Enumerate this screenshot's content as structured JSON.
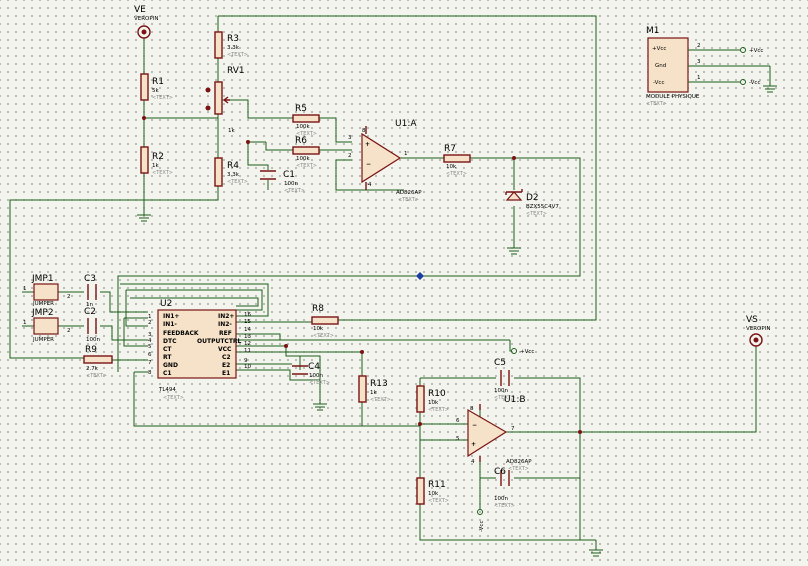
{
  "components": {
    "VE": {
      "ref": "VE",
      "value": "VEROPIN"
    },
    "VS": {
      "ref": "VS",
      "value": "VEROPIN"
    },
    "R1": {
      "ref": "R1",
      "value": "5k",
      "text": "<TEXT>"
    },
    "R2": {
      "ref": "R2",
      "value": "1k",
      "text": "<TEXT>"
    },
    "R3": {
      "ref": "R3",
      "value": "3.3k",
      "text": "<TEXT>"
    },
    "RV1": {
      "ref": "RV1",
      "value": "1k"
    },
    "R4": {
      "ref": "R4",
      "value": "3.3k",
      "text": "<TEXT>"
    },
    "R5": {
      "ref": "R5",
      "value": "100k",
      "text": "<TEXT>"
    },
    "R6": {
      "ref": "R6",
      "value": "100k",
      "text": "<TEXT>"
    },
    "C1": {
      "ref": "C1",
      "value": "100n",
      "text": "<TEXT>"
    },
    "U1A": {
      "ref": "U1:A",
      "value": "AD826AP",
      "text": "<TEXT>",
      "pin_out": "1",
      "pin_inp": "3",
      "pin_inn": "2",
      "pin_v": "8",
      "pin_g": "4"
    },
    "R7": {
      "ref": "R7",
      "value": "10k",
      "text": "<TEXT>"
    },
    "D2": {
      "ref": "D2",
      "value": "BZX55C4V7",
      "text": "<TEXT>"
    },
    "M1": {
      "ref": "M1",
      "name": "MODULE PHYSIQUE",
      "text": "<TEXT>",
      "pins": [
        "+Vcc",
        "Gnd",
        "-Vcc"
      ],
      "nums": [
        "2",
        "3",
        "1"
      ],
      "rails": [
        "+Vcc",
        "-Vcc"
      ]
    },
    "JMP1": {
      "ref": "JMP1",
      "value": "JUMPER",
      "p1": "1",
      "p2": "2"
    },
    "JMP2": {
      "ref": "JMP2",
      "value": "JUMPER",
      "p1": "1",
      "p2": "2"
    },
    "C3": {
      "ref": "C3",
      "value": "1n"
    },
    "C2": {
      "ref": "C2",
      "value": "100n"
    },
    "R9": {
      "ref": "R9",
      "value": "2.7k",
      "text": "<TEXT>"
    },
    "U2": {
      "ref": "U2",
      "value": "TL494",
      "text": "<TEXT>",
      "left_pins": [
        [
          "1",
          "IN1+"
        ],
        [
          "2",
          "IN1-"
        ],
        [
          "3",
          "FEEDBACK"
        ],
        [
          "4",
          "DTC"
        ],
        [
          "5",
          "CT"
        ],
        [
          "6",
          "RT"
        ],
        [
          "7",
          "GND"
        ],
        [
          "8",
          "C1"
        ]
      ],
      "right_pins": [
        [
          "16",
          "IN2+"
        ],
        [
          "15",
          "IN2-"
        ],
        [
          "14",
          "REF"
        ],
        [
          "13",
          "OUTPUTCTRL"
        ],
        [
          "12",
          "VCC"
        ],
        [
          "11",
          "C2"
        ],
        [
          "10",
          "E2"
        ],
        [
          "9",
          "E1"
        ]
      ]
    },
    "R8": {
      "ref": "R8",
      "value": "10k",
      "text": "<TEXT>"
    },
    "C4": {
      "ref": "C4",
      "value": "100n",
      "text": "<TEXT>"
    },
    "VCC": {
      "label": "+Vcc"
    },
    "R13": {
      "ref": "R13",
      "value": "1k",
      "text": "<TEXT>"
    },
    "R10": {
      "ref": "R10",
      "value": "10k",
      "text": "<TEXT>"
    },
    "R11": {
      "ref": "R11",
      "value": "10k",
      "text": "<TEXT>"
    },
    "C5": {
      "ref": "C5",
      "value": "100n",
      "text": "<TEXT>"
    },
    "C6": {
      "ref": "C6",
      "value": "100n",
      "text": "<TEXT>"
    },
    "U1B": {
      "ref": "U1:B",
      "value": "AD826AP",
      "text": "<TEXT>",
      "pin_out": "7",
      "pin_inn": "6",
      "pin_inp": "5",
      "pin_v": "8",
      "pin_g": "4"
    },
    "NVCC": {
      "label": "-Vcc"
    }
  }
}
